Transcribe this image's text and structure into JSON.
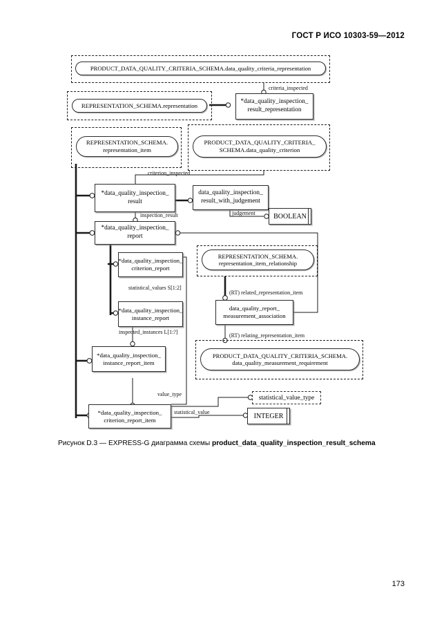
{
  "document": {
    "header": "ГОСТ Р ИСО 10303-59—2012",
    "page_number": "173"
  },
  "caption": {
    "prefix": "Рисунок D.3 — EXPRESS-G диаграмма схемы ",
    "schema_name": "product_data_quality_inspection_result_schema"
  },
  "diagram": {
    "type": "EXPRESS-G",
    "schema_references": [
      {
        "id": "ref-criteria-representation",
        "label": "PRODUCT_DATA_QUALITY_CRITERIA_SCHEMA.data_quality_criteria_representation"
      },
      {
        "id": "ref-representation",
        "label": "REPRESENTATION_SCHEMA.representation"
      },
      {
        "id": "ref-representation-item",
        "label": "REPRESENTATION_SCHEMA.\nrepresentation_item"
      },
      {
        "id": "ref-criterion",
        "label": "PRODUCT_DATA_QUALITY_CRITERIA_\nSCHEMA.data_quality_criterion"
      },
      {
        "id": "ref-item-relationship",
        "label": "REPRESENTATION_SCHEMA.\nrepresentation_item_relationship"
      },
      {
        "id": "ref-measurement-requirement",
        "label": "PRODUCT_DATA_QUALITY_CRITERIA_SCHEMA.\ndata_quality_measurement_requirement"
      }
    ],
    "entities": [
      {
        "id": "e-result-representation",
        "label": "*data_quality_inspection_\nresult_representation"
      },
      {
        "id": "e-inspection-result",
        "label": "*data_quality_inspection_\nresult"
      },
      {
        "id": "e-result-with-judgement",
        "label": "data_quality_inspection_\nresult_with_judgement"
      },
      {
        "id": "e-inspection-report",
        "label": "*data_quality_inspection_\nreport"
      },
      {
        "id": "e-criterion-report",
        "label": "*data_quality_inspection_\ncriterion_report"
      },
      {
        "id": "e-instance-report",
        "label": "*data_quality_inspection_\ninstance_report"
      },
      {
        "id": "e-instance-report-item",
        "label": "*data_quality_inspection_\ninstance_report_item"
      },
      {
        "id": "e-criterion-report-item",
        "label": "*data_quality_inspection_\ncriterion_report_item"
      },
      {
        "id": "e-measurement-association",
        "label": "data_quality_report_\nmeasurement_association"
      }
    ],
    "simple_types": [
      {
        "id": "t-boolean",
        "label": "BOOLEAN"
      },
      {
        "id": "t-integer",
        "label": "INTEGER"
      }
    ],
    "defined_types": [
      {
        "id": "d-statistical-value-type",
        "label": "statistical_value_type"
      }
    ],
    "attribute_labels": [
      {
        "id": "a-criteria-inspected",
        "text": "criteria_inspected"
      },
      {
        "id": "a-criterion-inspected",
        "text": "criterion_inspected"
      },
      {
        "id": "a-inspection-result",
        "text": "inspection_result"
      },
      {
        "id": "a-judgement",
        "text": "judgement"
      },
      {
        "id": "a-statistical-values",
        "text": "statistical_values  S[1:2]"
      },
      {
        "id": "a-inspected-instances",
        "text": "inspected_instances  L[1:?]"
      },
      {
        "id": "a-related-representation-item",
        "text": "(RT) related_representation_item"
      },
      {
        "id": "a-relating-representation-item",
        "text": "(RT) relating_representation_item"
      },
      {
        "id": "a-value-type",
        "text": "value_type"
      },
      {
        "id": "a-statistical-value",
        "text": "statistical_value"
      }
    ]
  }
}
